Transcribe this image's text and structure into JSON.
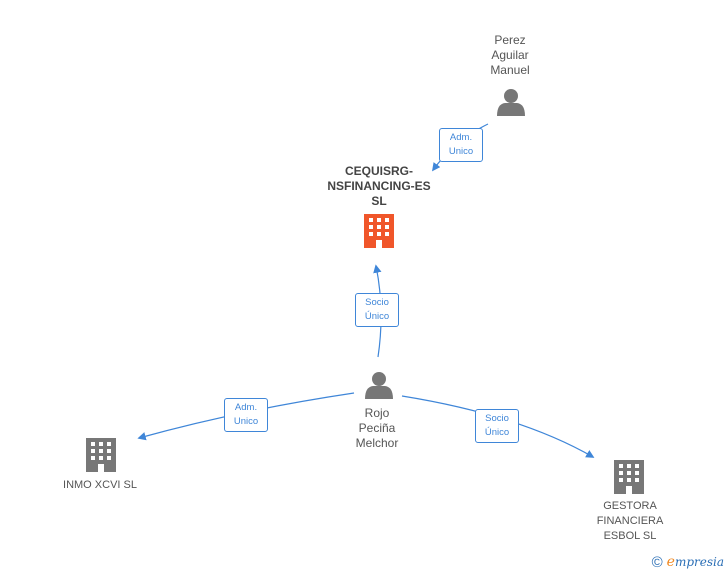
{
  "nodes": {
    "perez": {
      "lines": [
        "Perez",
        "Aguilar",
        "Manuel"
      ]
    },
    "cequisrg": {
      "lines": [
        "CEQUISRG-",
        "NSFINANCING-ES",
        "SL"
      ]
    },
    "rojo": {
      "lines": [
        "Rojo",
        "Peciña",
        "Melchor"
      ]
    },
    "inmo": {
      "lines": [
        "INMO XCVI SL"
      ]
    },
    "gestora": {
      "lines": [
        "GESTORA",
        "FINANCIERA",
        "ESBOL  SL"
      ]
    }
  },
  "edges": {
    "perez_cequisrg": {
      "lines": [
        "Adm.",
        "Unico"
      ]
    },
    "rojo_cequisrg": {
      "lines": [
        "Socio",
        "Único"
      ]
    },
    "rojo_inmo": {
      "lines": [
        "Adm.",
        "Unico"
      ]
    },
    "rojo_gestora": {
      "lines": [
        "Socio",
        "Único"
      ]
    }
  },
  "colors": {
    "edge": "#3f86d8",
    "main_company": "#f0562a",
    "company": "#777777",
    "person": "#777777"
  },
  "icons": {
    "person": "person-icon",
    "company": "building-icon"
  },
  "footer": {
    "copyright": "©",
    "brand_initial": "e",
    "brand_rest": "mpresia"
  }
}
